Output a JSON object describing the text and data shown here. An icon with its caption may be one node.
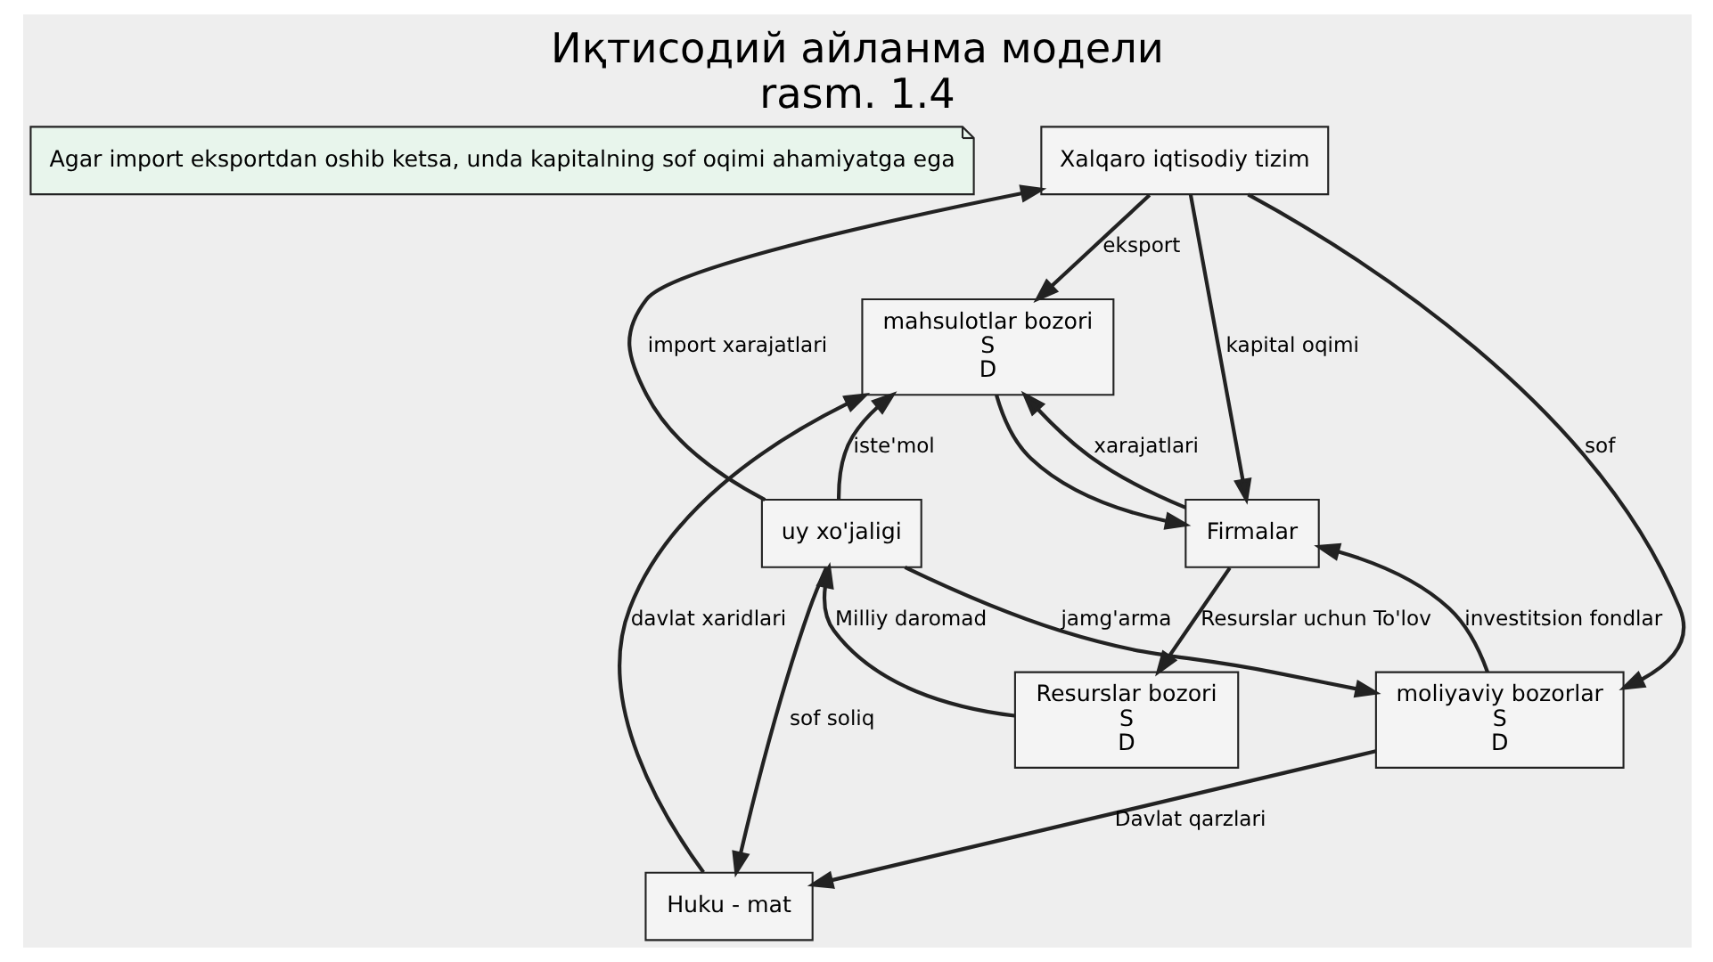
{
  "diagram": {
    "title": "Иқтисодий айланма модели",
    "caption": "rasm. 1.4",
    "nodes": [
      {
        "text": [
          "Agar import eksportdan oshib ketsa, unda kapitalning sof oqimi ahamiyatga ega"
        ]
      },
      {
        "text": [
          "Xalqaro iqtisodiy tizim"
        ]
      },
      {
        "text": [
          "mahsulotlar bozori",
          "S",
          "D"
        ]
      },
      {
        "text": [
          "Huku - mat"
        ]
      },
      {
        "text": [
          "Firmalar"
        ]
      },
      {
        "text": [
          "uy xo'jaligi"
        ]
      },
      {
        "text": [
          "moliyaviy bozorlar",
          "S",
          "D"
        ]
      },
      {
        "text": [
          "Resurslar bozori",
          "S",
          "D"
        ]
      }
    ],
    "edges": [
      {
        "from": 1,
        "to": 4,
        "label": "kapital oqimi",
        "arrow": "to"
      },
      {
        "from": 1,
        "to": 2,
        "label": "eksport",
        "arrow": "to"
      },
      {
        "from": 2,
        "to": 4,
        "arrow": "to"
      },
      {
        "from": 4,
        "to": 2,
        "label": "xarajatlari",
        "arrow": "to"
      },
      {
        "from": 1,
        "to": 6,
        "label": "sof",
        "arrow": "to"
      },
      {
        "from": 5,
        "to": 2,
        "label": "iste'mol",
        "arrow": "to"
      },
      {
        "from": 3,
        "to": 2,
        "label": "davlat xaridlari",
        "arrow": "to"
      },
      {
        "from": 5,
        "to": 3,
        "label": "sof soliq",
        "arrow": "to"
      },
      {
        "from": 6,
        "to": 3,
        "label": "Davlat qarzlari",
        "arrow": "to"
      },
      {
        "from": 5,
        "to": 6,
        "label": "jamg'arma",
        "arrow": "to"
      },
      {
        "from": 6,
        "to": 4,
        "label": "investitsion fondlar",
        "arrow": "to"
      },
      {
        "from": 5,
        "to": 1,
        "label": "import xarajatlari",
        "arrow": "to"
      },
      {
        "from": 4,
        "to": 7,
        "label": "Resurslar uchun To'lov",
        "arrow": "to"
      },
      {
        "from": 7,
        "to": 5,
        "label": "Milliy daromad",
        "arrow": "to"
      }
    ]
  }
}
